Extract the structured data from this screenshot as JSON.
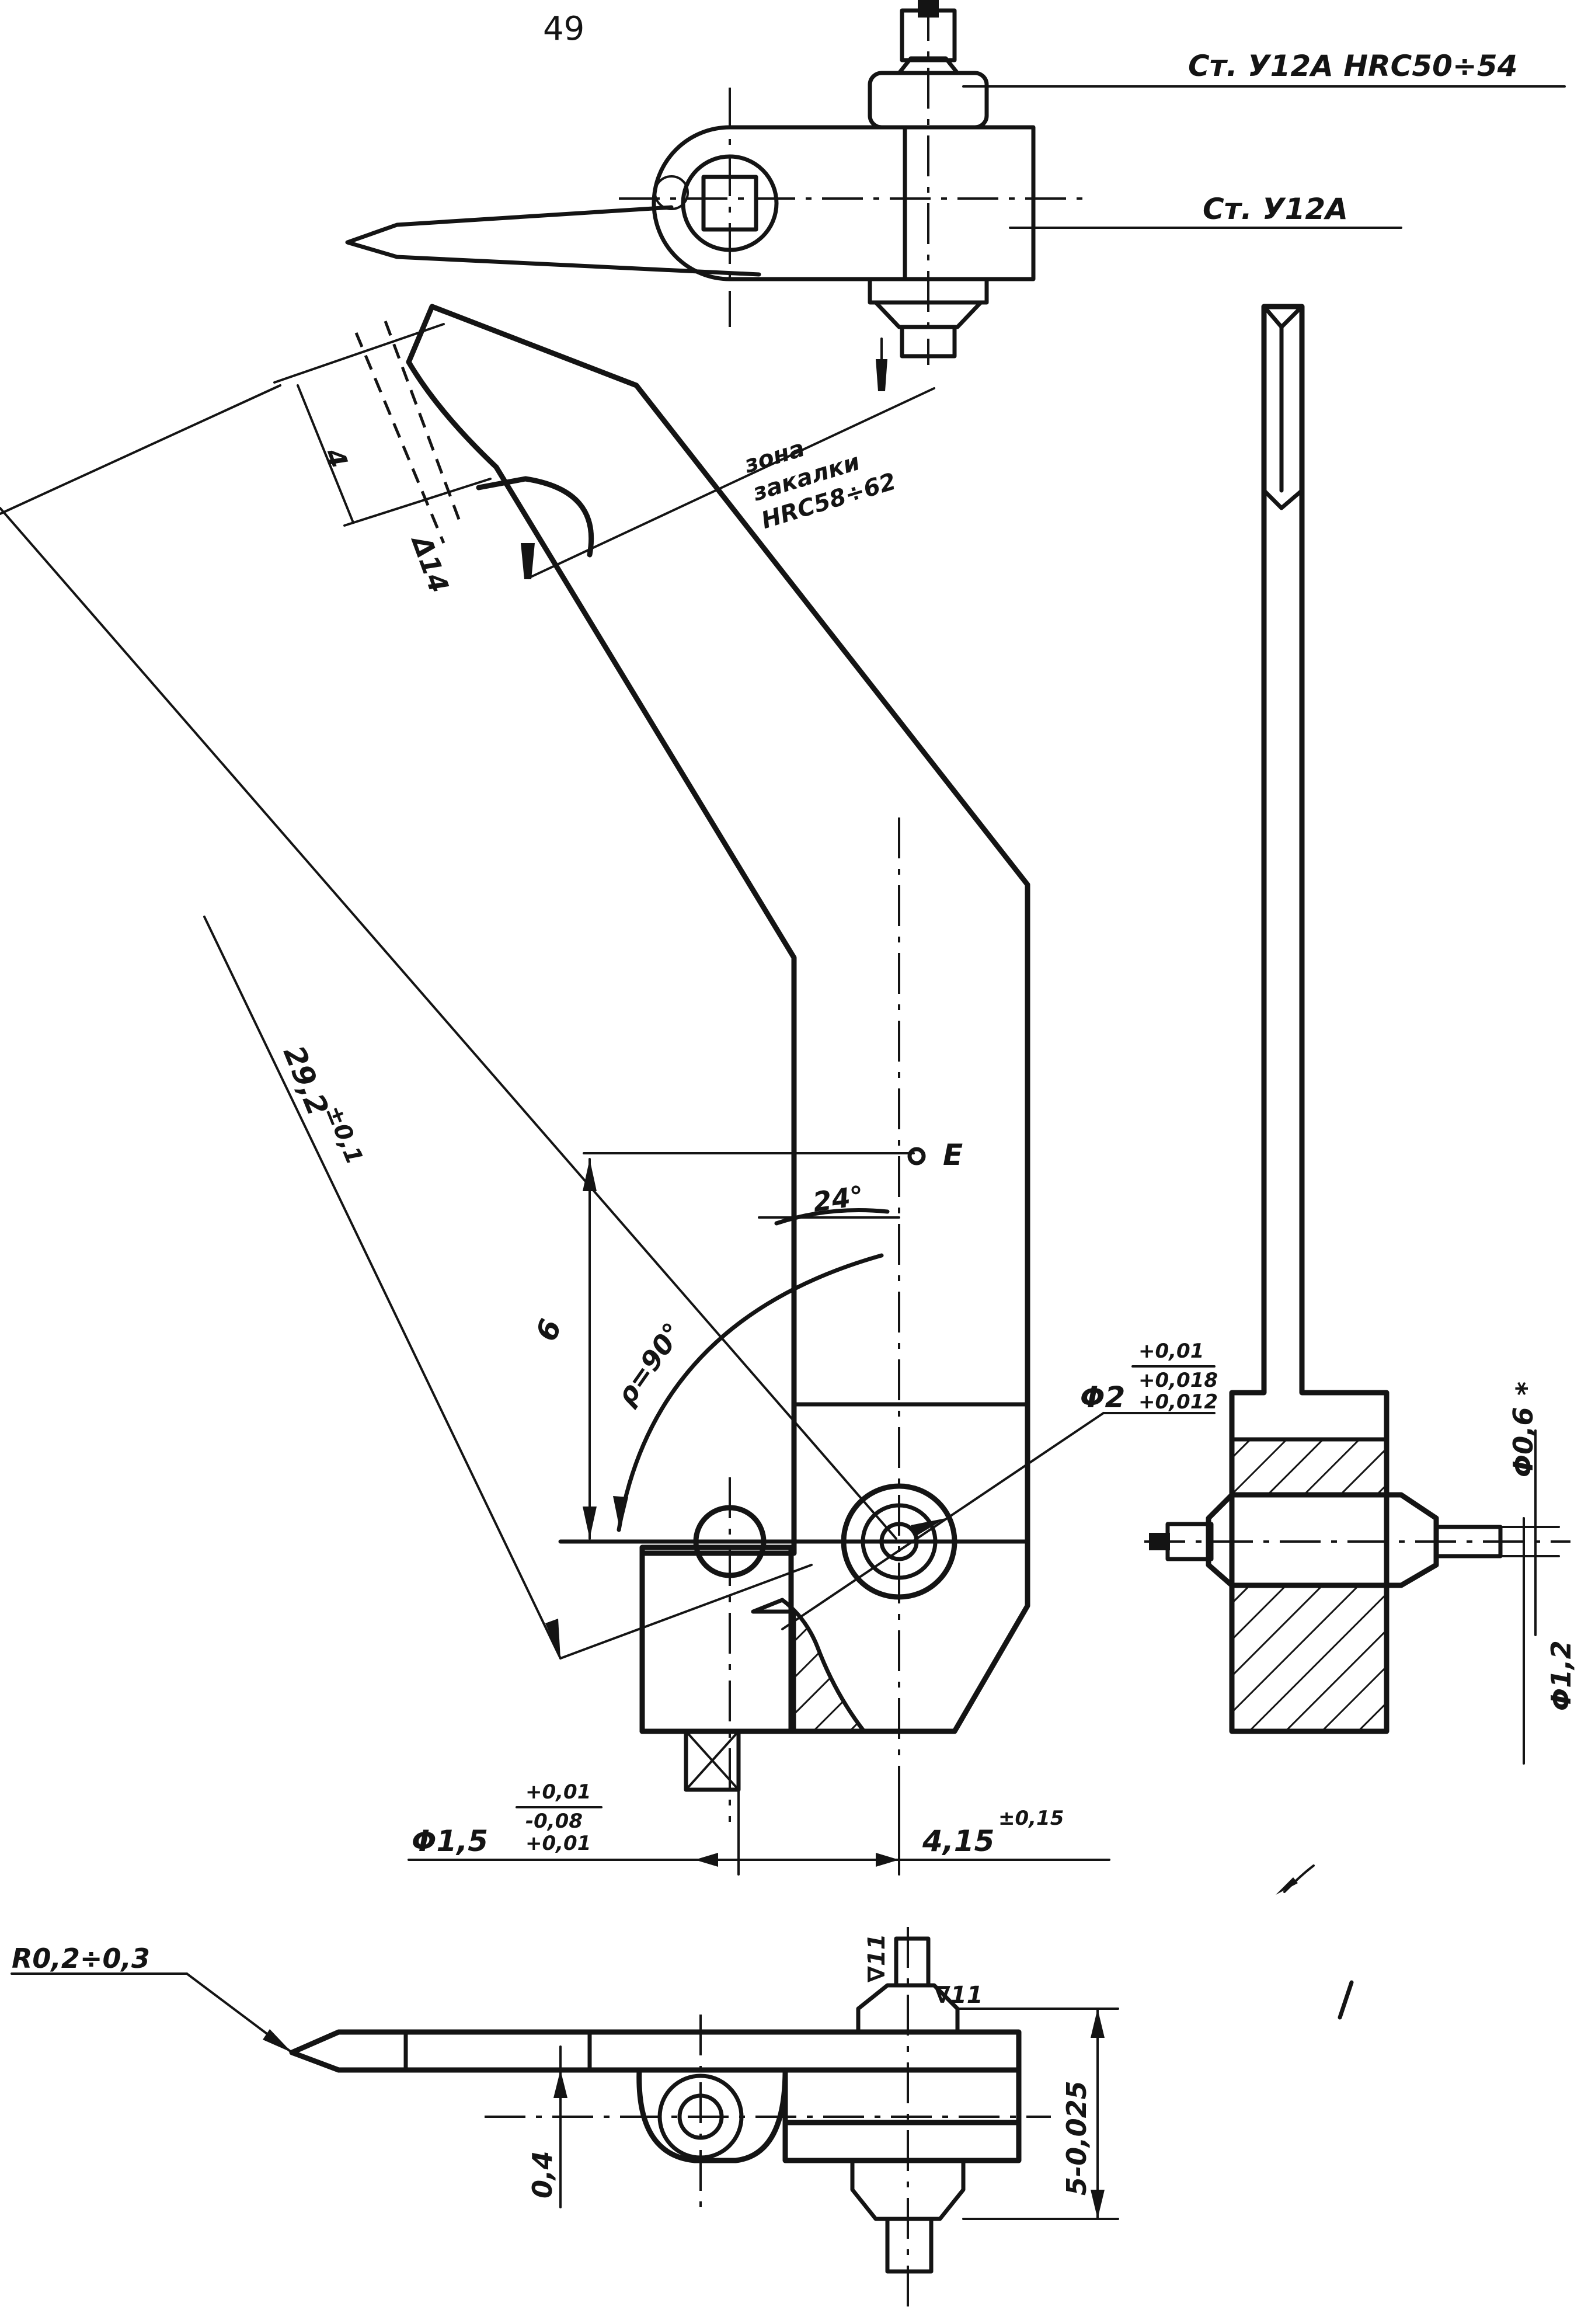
{
  "page_number": "49",
  "material_top": "Ст. У12А  HRC50÷54",
  "material_mid": "Ст. У12А",
  "hardening_zone": {
    "line1": "зона",
    "line2": "закалки",
    "line3": "HRC58÷62"
  },
  "dimensions": {
    "dim_4": "4",
    "dim_a14": "Δ14",
    "dim_29_2": "29,2",
    "dim_29_2_tol": "±0,1",
    "angle_24": "24°",
    "point_e": "E",
    "dim_6": "6",
    "radius_90": "ρ=90°",
    "phi2": "Φ2",
    "phi2_tol_a": "+0,01",
    "phi2_tol_b": "+0,018",
    "phi2_tol_c": "+0,012",
    "phi_0_6": "Φ0,6",
    "phi_0_6_mark": "*",
    "phi_1_2": "Φ1,2",
    "phi1_5": "Φ1,5",
    "phi1_5_tol_a": "+0,01",
    "phi1_5_tol_b": "-0,08",
    "phi1_5_tol_c": "+0,01",
    "dim_4_15": "4,15",
    "dim_4_15_tol": "±0,15",
    "r_0_2": "R0,2÷0,3",
    "rough_a": "∇11",
    "rough_b": "∇11",
    "dim_5": "5-0,025",
    "dim_0_4": "0,4"
  }
}
